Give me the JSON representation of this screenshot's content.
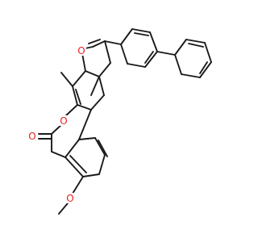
{
  "molecule": {
    "atom_labels": [
      {
        "id": "o-furan",
        "symbol": "O",
        "color": "#e8201c"
      },
      {
        "id": "o-lactone-ring",
        "symbol": "O",
        "color": "#e8201c"
      },
      {
        "id": "o-carbonyl",
        "symbol": "O",
        "color": "#e8201c"
      },
      {
        "id": "o-methoxy",
        "symbol": "O",
        "color": "#e8201c"
      }
    ],
    "bond_color": "#1a1a1a",
    "substituents": [
      "methyl",
      "methoxy",
      "biphenyl-4-yl"
    ]
  }
}
